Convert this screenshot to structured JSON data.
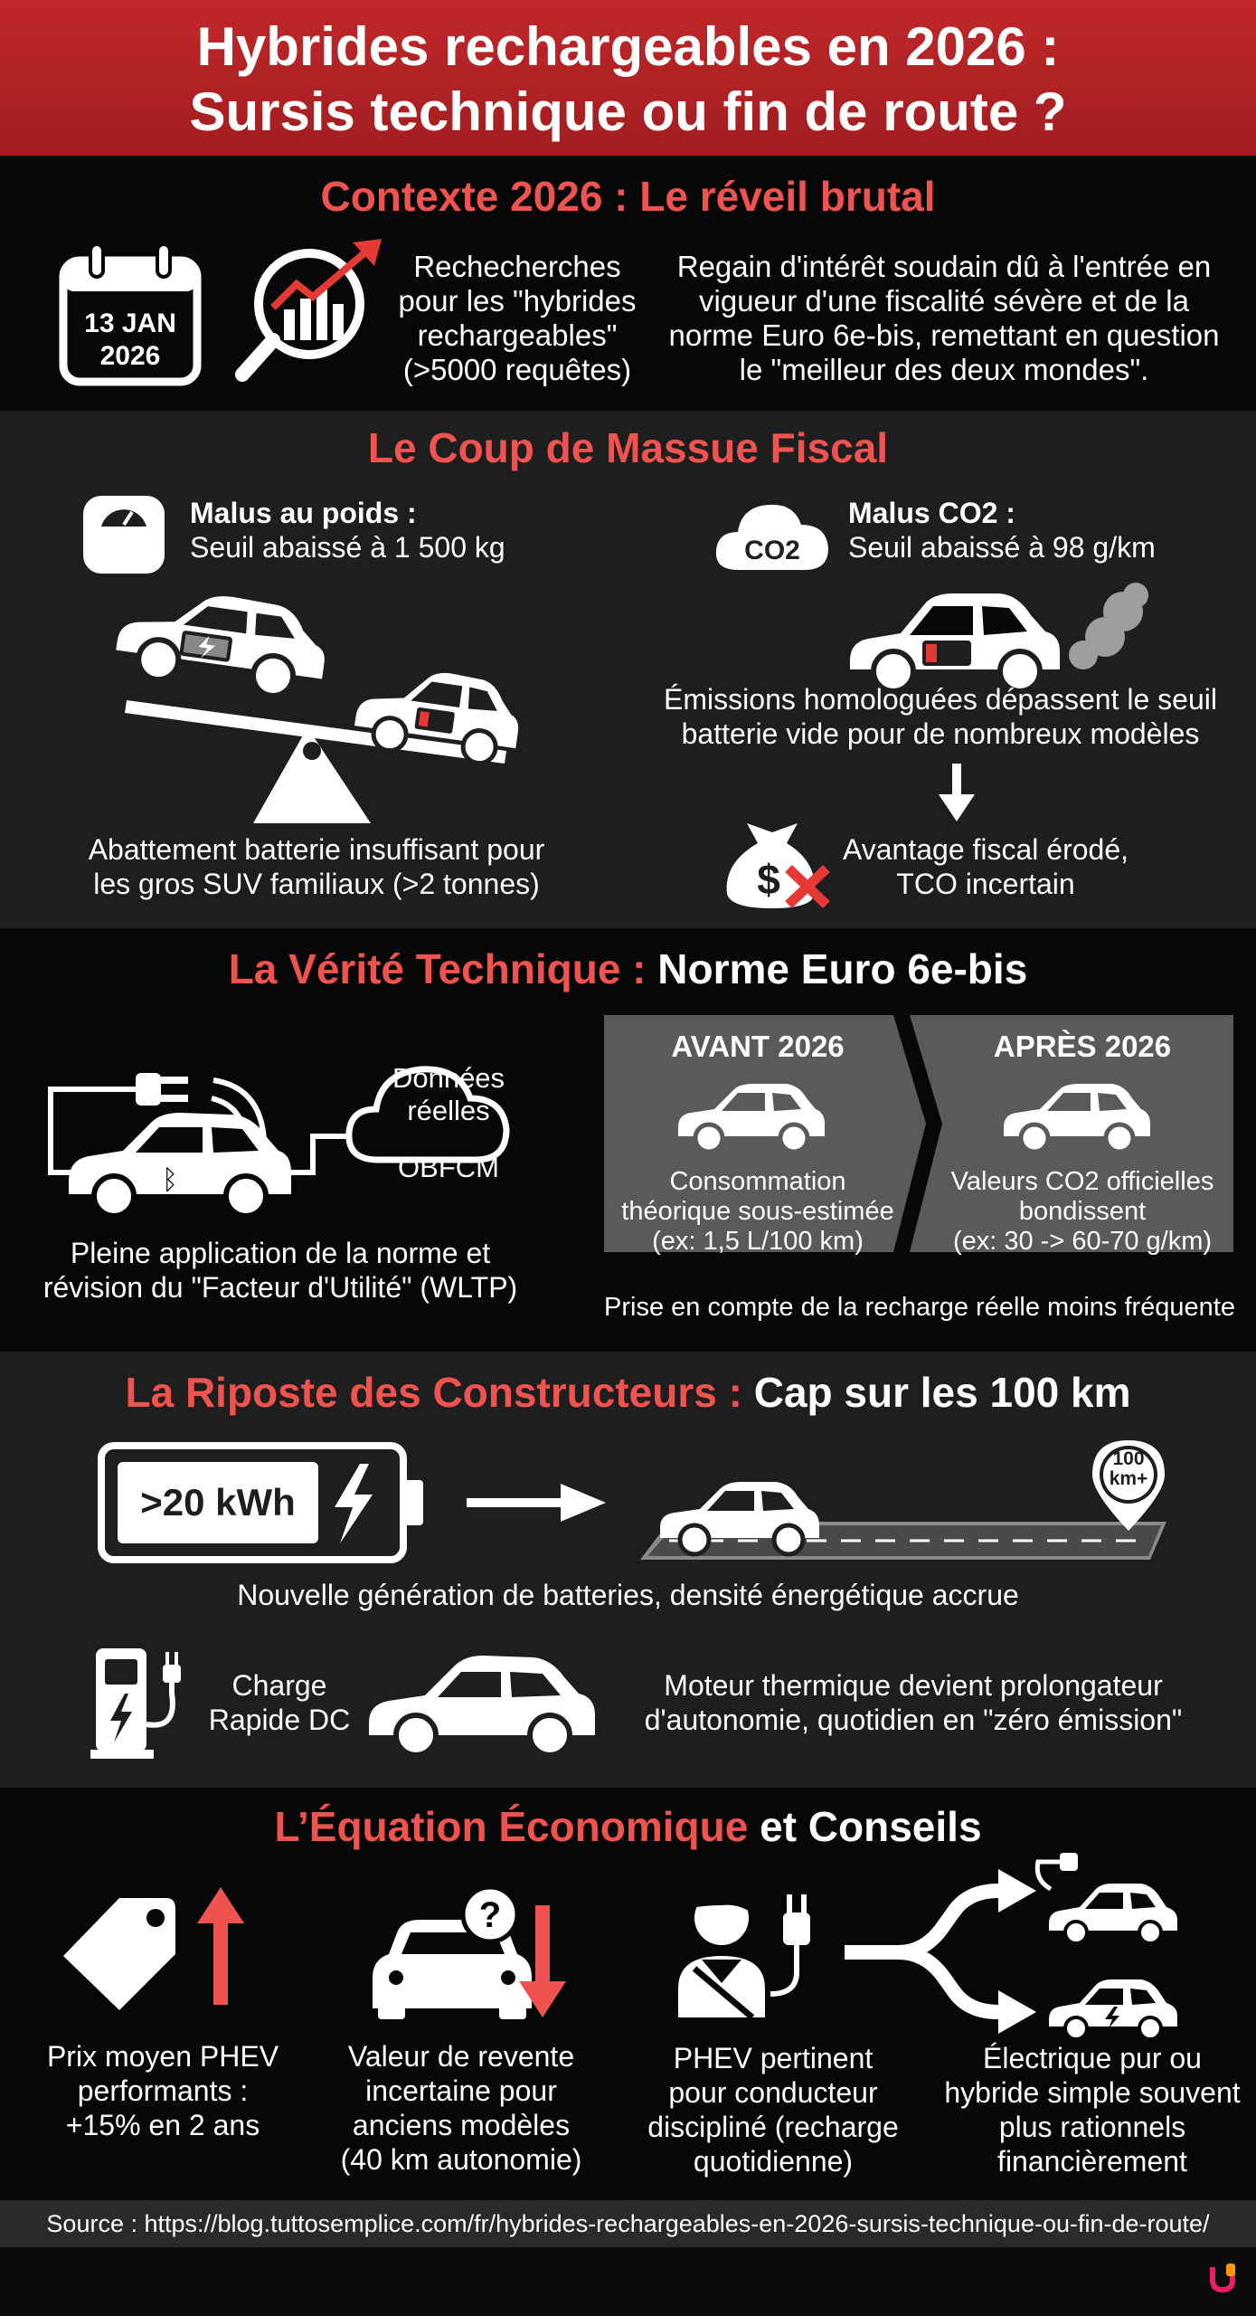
{
  "header": {
    "title_line1": "Hybrides rechargeables en 2026 :",
    "title_line2": "Sursis technique ou fin de route ?"
  },
  "context": {
    "title": "Contexte 2026 : Le réveil brutal",
    "date_day": "13 JAN",
    "date_year": "2026",
    "searches_text": [
      "Rechecherches",
      "pour les \"hybrides",
      "rechargeables\"",
      "(>5000 requêtes)"
    ],
    "interest_text": [
      "Regain d'intérêt soudain dû à l'entrée en",
      "vigueur d'une fiscalité sévère et de la",
      "norme Euro 6e-bis, remettant en question",
      "le \"meilleur des deux mondes\"."
    ]
  },
  "fiscal": {
    "title": "Le Coup de Massue Fiscal",
    "weight_title": "Malus au poids :",
    "weight_sub": "Seuil abaissé à 1 500 kg",
    "co2_badge": "CO2",
    "co2_title": "Malus CO2 :",
    "co2_sub": "Seuil abaissé à 98 g/km",
    "emissions_text": [
      "Émissions homologuées dépassent le seuil",
      "batterie vide pour de nombreux modèles"
    ],
    "battery_text": [
      "Abattement batterie insuffisant pour",
      "les gros SUV familiaux (>2 tonnes)"
    ],
    "advantage_text": [
      "Avantage fiscal érodé,",
      "TCO incertain"
    ]
  },
  "technical": {
    "title_red": "La Vérité Technique :",
    "title_white": "Norme Euro 6e-bis",
    "cloud_text": [
      "Données",
      "réelles"
    ],
    "obfcm": "OBFCM",
    "application_text": [
      "Pleine application de la norme et",
      "révision du \"Facteur d'Utilité\" (WLTP)"
    ],
    "before_title": "AVANT 2026",
    "before_text": [
      "Consommation",
      "théorique sous-estimée",
      "(ex: 1,5 L/100 km)"
    ],
    "after_title": "APRÈS 2026",
    "after_text": [
      "Valeurs CO2 officielles",
      "bondissent",
      "(ex: 30 -> 60-70 g/km)"
    ],
    "recharge_note": "Prise en compte de la recharge réelle moins fréquente"
  },
  "makers": {
    "title_red": "La Riposte des Constructeurs :",
    "title_white": "Cap sur les 100 km",
    "battery_label": ">20 kWh",
    "pin_label": [
      "100",
      "km+"
    ],
    "battery_gen_text": "Nouvelle génération de batteries, densité énergétique accrue",
    "charge_text": [
      "Charge",
      "Rapide DC"
    ],
    "engine_text": [
      "Moteur thermique devient prolongateur",
      "d'autonomie, quotidien en \"zéro émission\""
    ]
  },
  "economy": {
    "title_red": "L’Équation Économique",
    "title_white": "et Conseils",
    "price_text": [
      "Prix moyen PHEV",
      "performants :",
      "+15% en 2 ans"
    ],
    "resale_text": [
      "Valeur de revente",
      "incertaine pour",
      "anciens modèles",
      "(40 km autonomie)"
    ],
    "phev_text": [
      "PHEV pertinent",
      "pour conducteur",
      "discipliné (recharge",
      "quotidienne)"
    ],
    "electric_text": [
      "Électrique pur ou",
      "hybride simple souvent",
      "plus rationnels",
      "financièrement"
    ]
  },
  "source": "Source : https://blog.tuttosemplice.com/fr/hybrides-rechargeables-en-2026-sursis-technique-ou-fin-de-route/",
  "colors": {
    "accent_red": "#ef5350",
    "header_red": "#b02326",
    "panel_grey": "#5a5a5a",
    "brand_pink": "#e91e63"
  }
}
